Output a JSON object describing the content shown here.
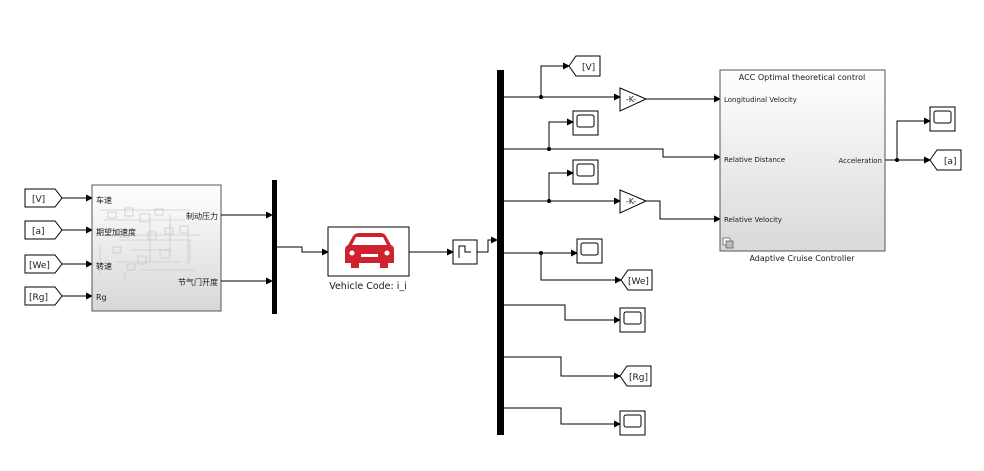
{
  "goto_from_tags": {
    "input_v": "[V]",
    "input_a": "[a]",
    "input_we": "[We]",
    "input_rg": "[Rg]",
    "right_v": "[V]",
    "right_we": "[We]",
    "right_rg": "[Rg]",
    "output_a": "[a]"
  },
  "subsystem_left": {
    "ports_in": [
      "车速",
      "期望加速度",
      "转速",
      "Rg"
    ],
    "ports_out": [
      "制动压力",
      "节气门开度"
    ]
  },
  "vehicle_block": {
    "caption": "Vehicle Code: i_i",
    "icon": "car-icon",
    "color": "#d0222e"
  },
  "gains": {
    "gain1": "-K-",
    "gain2": "-K-"
  },
  "acc_block": {
    "title": "ACC Optimal theoretical control",
    "ports_in": [
      "Longitudinal Velocity",
      "Relative Distance",
      "Relative Velocity"
    ],
    "port_out": "Acceleration",
    "caption": "Adaptive Cruise Controller"
  }
}
